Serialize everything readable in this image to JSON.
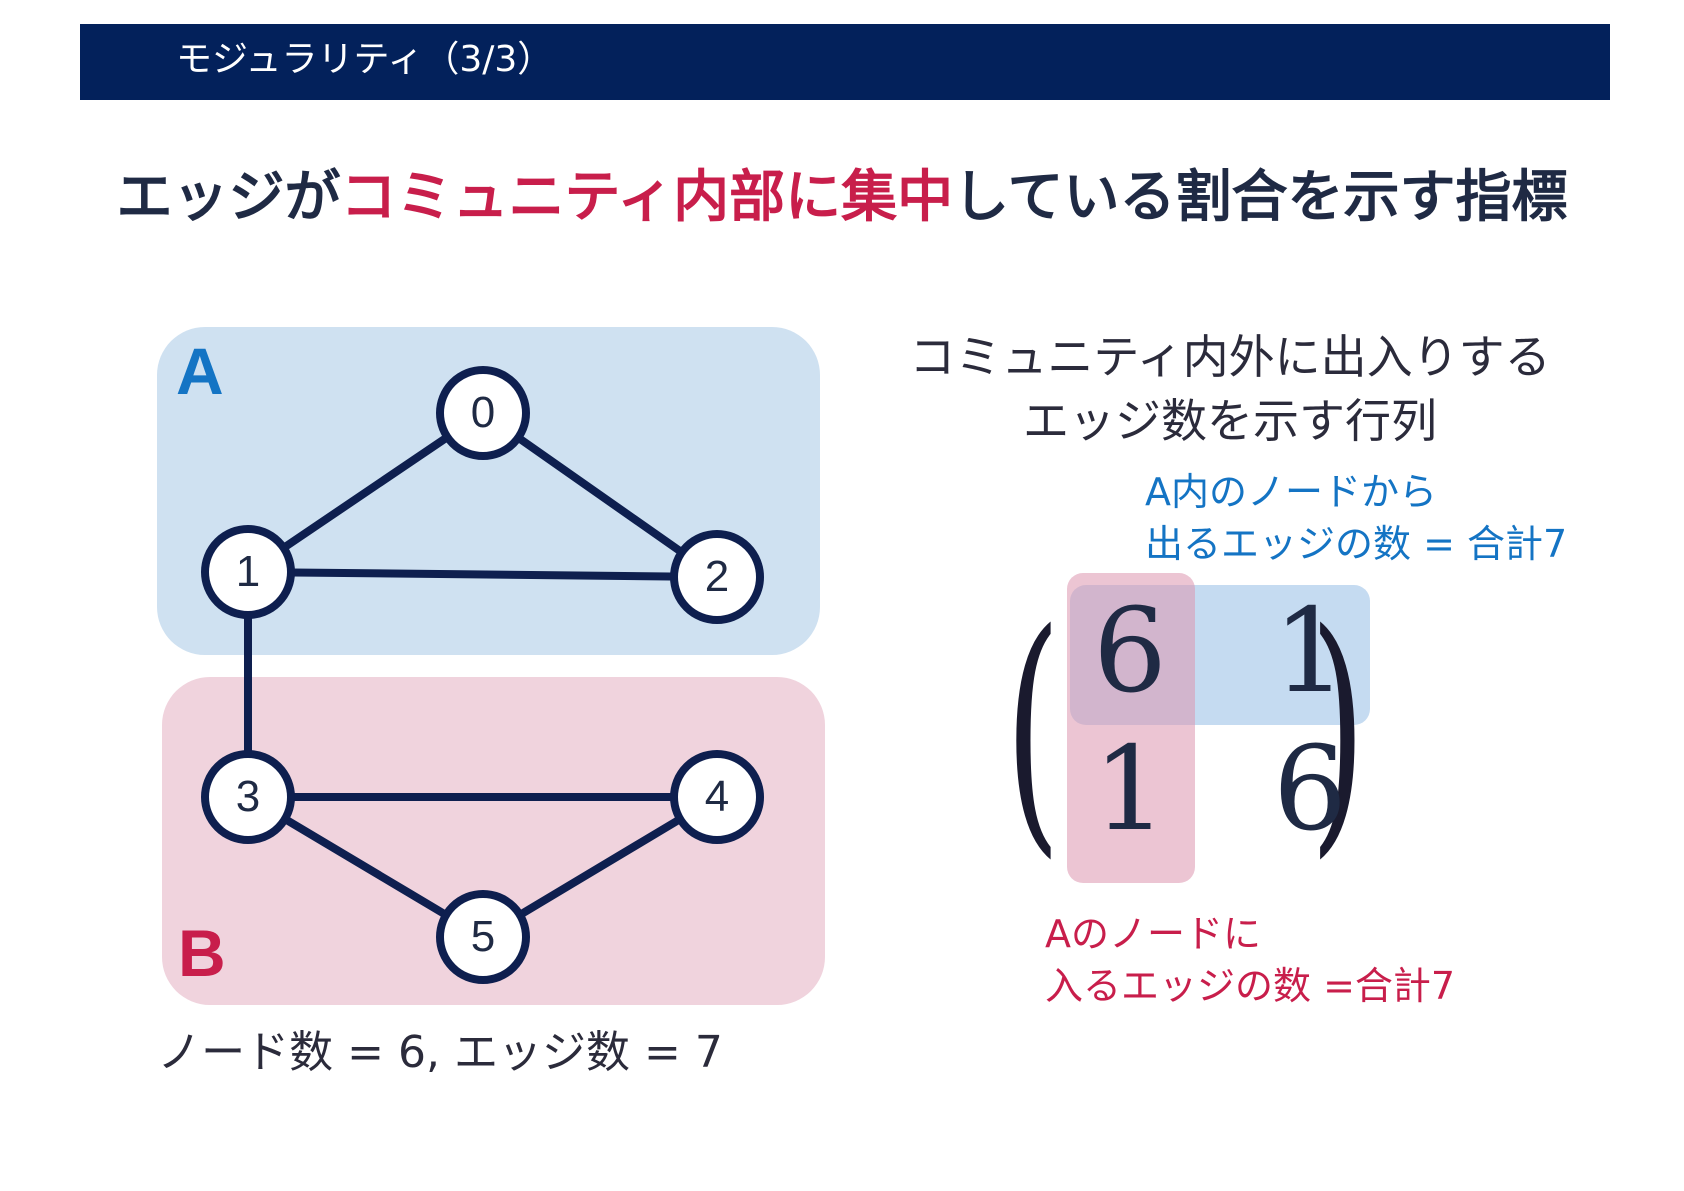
{
  "header": {
    "title": "モジュラリティ（3/3）"
  },
  "headline": {
    "part1": "エッジが",
    "part2": "コミュニティ内部に集中",
    "part3": "している割合を示す指標"
  },
  "colors": {
    "header_bg": "#03215b",
    "accent_red": "#c81e4b",
    "accent_blue": "#1474c4",
    "community_a_bg": "#cfe1f1",
    "community_b_bg": "#f0d3dd",
    "node_stroke": "#0e1f4f"
  },
  "graph": {
    "communities": [
      {
        "label": "A"
      },
      {
        "label": "B"
      }
    ],
    "nodes": [
      "0",
      "1",
      "2",
      "3",
      "4",
      "5"
    ],
    "edges": [
      [
        "0",
        "1"
      ],
      [
        "0",
        "2"
      ],
      [
        "1",
        "2"
      ],
      [
        "1",
        "3"
      ],
      [
        "3",
        "4"
      ],
      [
        "3",
        "5"
      ],
      [
        "4",
        "5"
      ]
    ],
    "caption": "ノード数 = 6, エッジ数 = 7"
  },
  "matrix": {
    "caption_line1": "コミュニティ内外に出入りする",
    "caption_line2": "エッジ数を示す行列",
    "cells": [
      [
        "6",
        "1"
      ],
      [
        "1",
        "6"
      ]
    ],
    "note_row": {
      "line1": "A内のノードから",
      "line2": "出るエッジの数 = 合計7"
    },
    "note_col": {
      "line1": "Aのノードに",
      "line2": "入るエッジの数 =合計7"
    }
  }
}
